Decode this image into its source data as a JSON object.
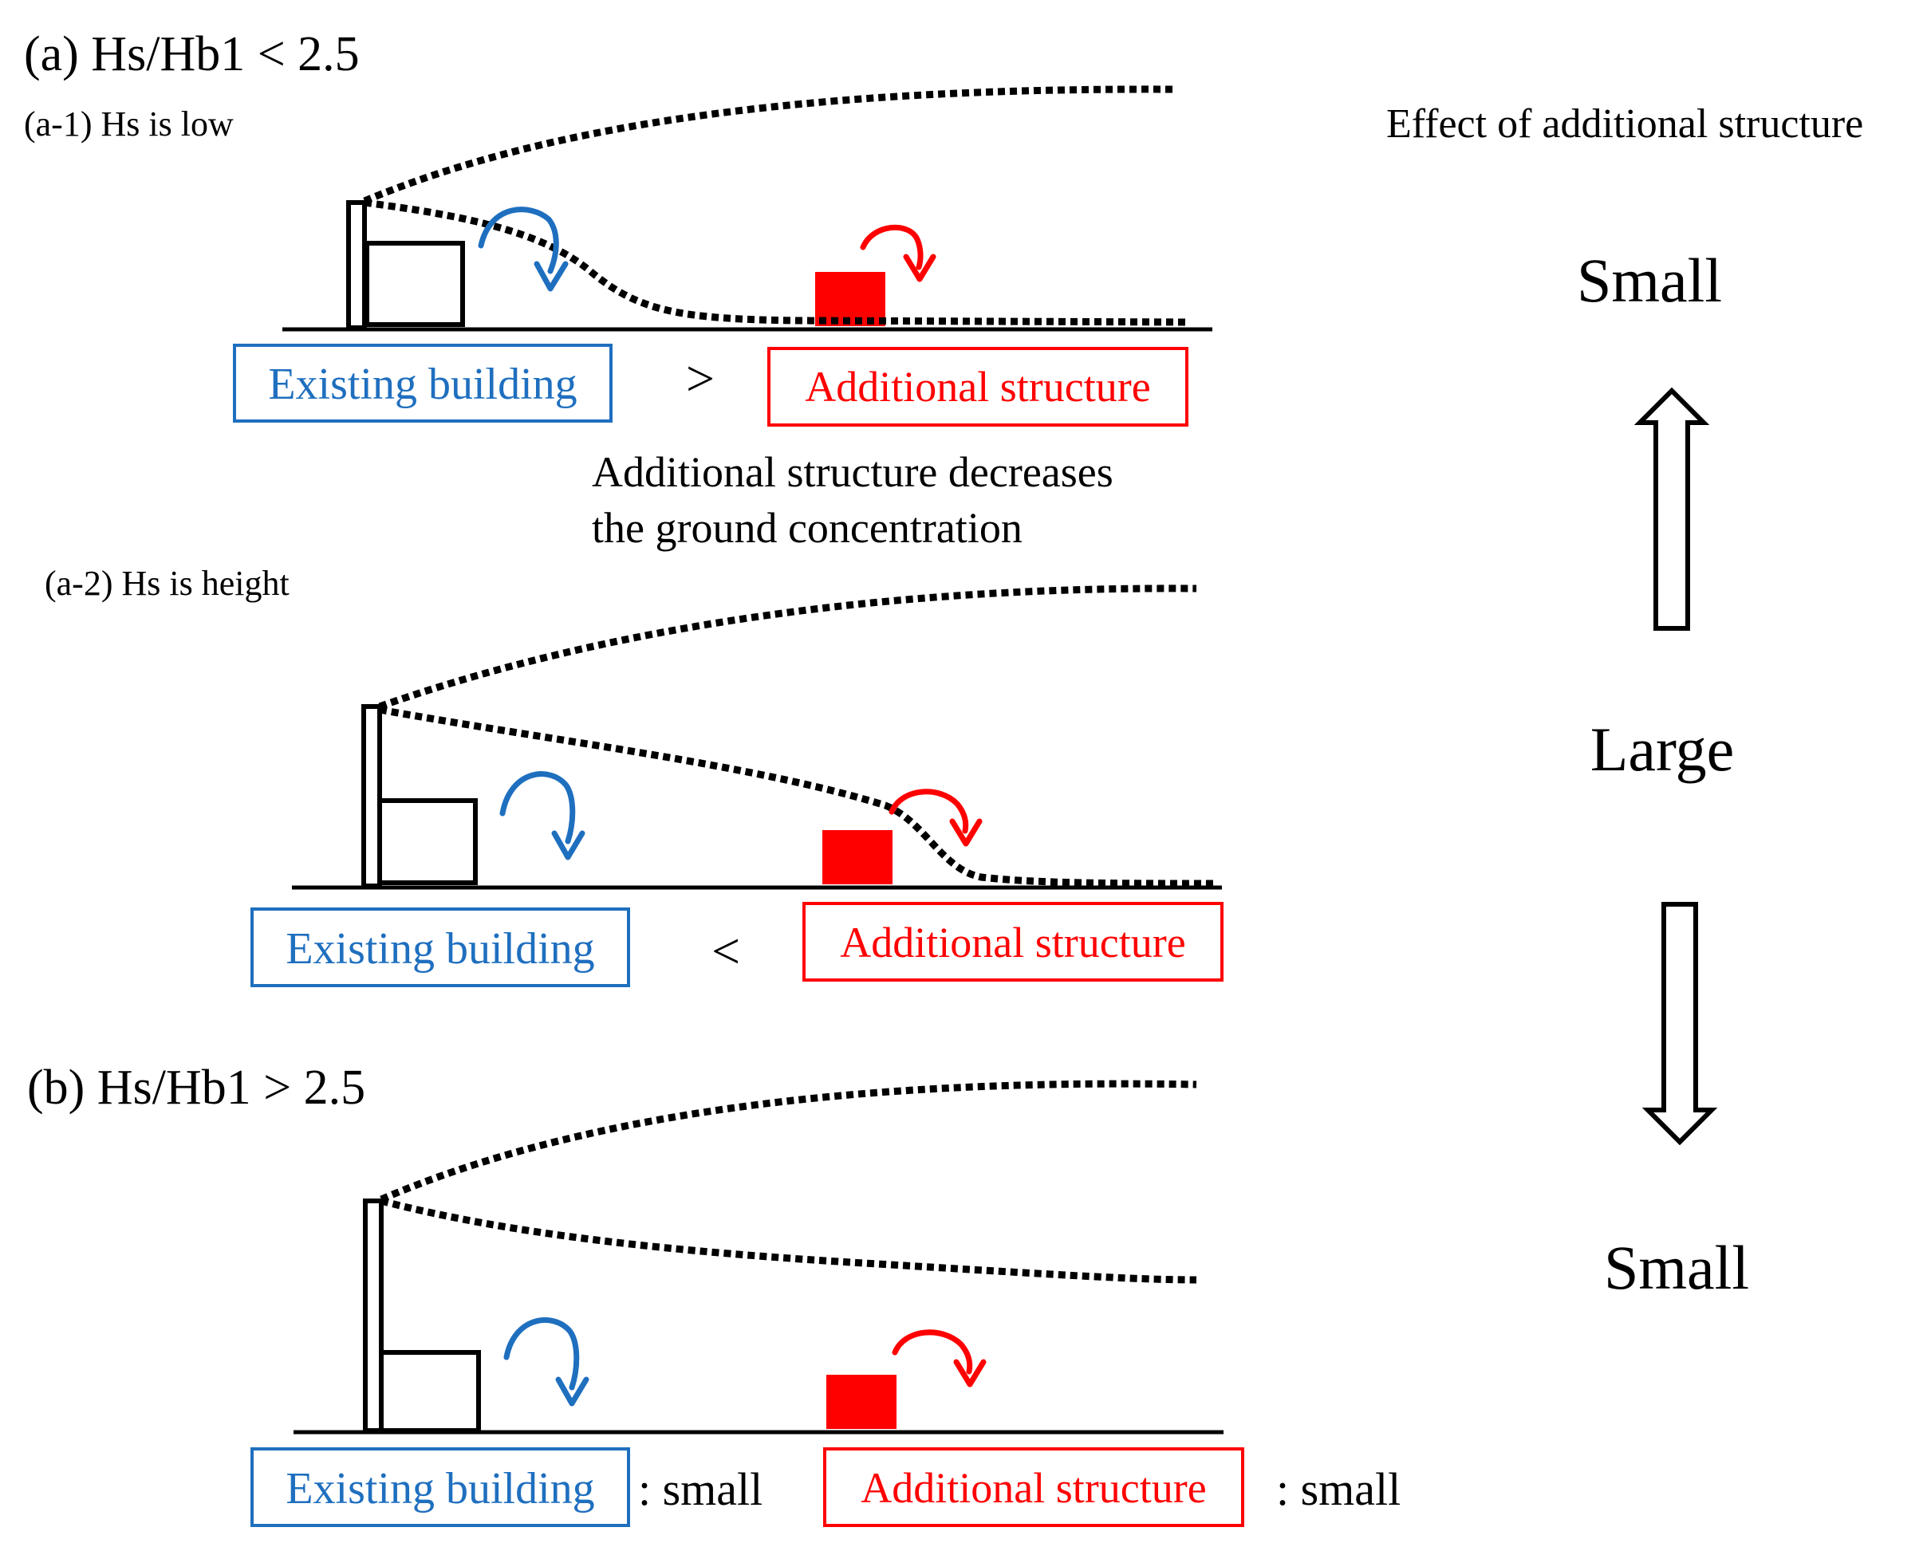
{
  "colors": {
    "existing": "#1f6fbf",
    "additional": "#ff0000",
    "ink": "#000000"
  },
  "headings": {
    "a": "(a) Hs/Hb1 < 2.5",
    "a1": "(a-1) Hs is low",
    "a2": "(a-2) Hs is height",
    "b": "(b) Hs/Hb1 > 2.5"
  },
  "effect": {
    "title": "Effect of additional structure",
    "top": "Small",
    "middle": "Large",
    "bottom": "Small"
  },
  "labels": {
    "existing_building": "Existing building",
    "additional_structure": "Additional structure",
    "greater": ">",
    "less": "<",
    "small_suffix": ": small"
  },
  "note": {
    "line1": "Additional structure decreases",
    "line2": "the ground concentration"
  },
  "icons": {
    "flow_arrow": "curved-arrow-icon",
    "effect_up": "hollow-up-arrow-icon",
    "effect_down": "hollow-down-arrow-icon"
  }
}
